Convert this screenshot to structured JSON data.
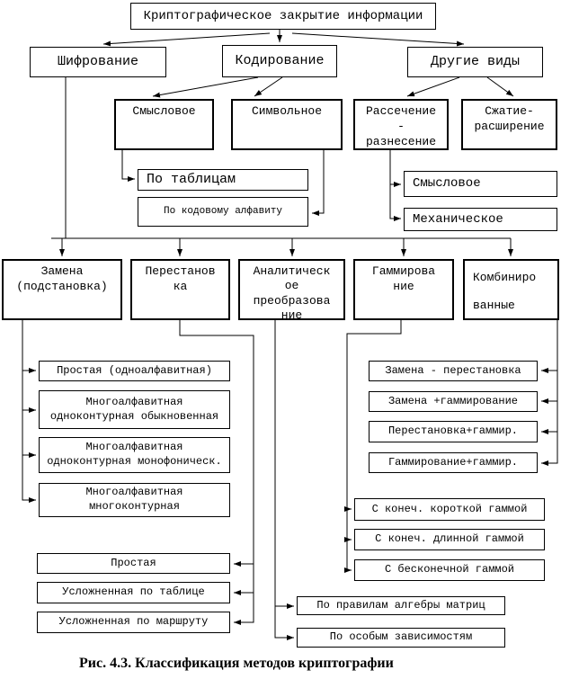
{
  "figure": {
    "caption": "Рис. 4.3. Классификация методов криптографии"
  },
  "colors": {
    "line": "#000000",
    "background": "#ffffff",
    "text": "#000000"
  },
  "nodes": {
    "root": {
      "label": "Криптографическое закрытие информации"
    },
    "shifrovanie": {
      "label": "Шифрование"
    },
    "kodirovanie": {
      "label": "Кодирование"
    },
    "drugie_vidy": {
      "label": "Другие виды"
    },
    "smyslovoe": {
      "label": "Смысловое"
    },
    "simvolnoe": {
      "label": "Символьное"
    },
    "rassechenie": {
      "label": "Рассечение\n-\nразнесение"
    },
    "szhatie": {
      "label": "Сжатие-\nрасширение"
    },
    "po_tablicam": {
      "label": "По таблицам"
    },
    "po_kodovomu": {
      "label": "По кодовому алфавиту"
    },
    "smyslovoe2": {
      "label": "Смысловое"
    },
    "mehanicheskoe": {
      "label": "Механическое"
    },
    "zamena": {
      "label": "Замена\n(подстановка)"
    },
    "perestanovka": {
      "label": "Перестанов\nка"
    },
    "analiticheskoe": {
      "label": "Аналитическ\nое\nпреобразова\nние"
    },
    "gammirovanie": {
      "label": "Гаммирова\nние"
    },
    "kombinirovannye": {
      "label": "Комбиниро\nванные"
    },
    "prostaya_odnoalf": {
      "label": "Простая (одноалфавитная)"
    },
    "mnogoalf_obykn": {
      "label": "Многоалфавитная\nодноконтурная обыкновенная"
    },
    "mnogoalf_monofon": {
      "label": "Многоалфавитная\nодноконтурная монофоническ."
    },
    "mnogoalf_mnogokont": {
      "label": "Многоалфавитная\nмногоконтурная"
    },
    "prostaya": {
      "label": "Простая"
    },
    "uslozh_tablice": {
      "label": "Усложненная по таблице"
    },
    "uslozh_marshrutu": {
      "label": "Усложненная по маршруту"
    },
    "zamena_perestanovka": {
      "label": "Замена - перестановка"
    },
    "zamena_gamm": {
      "label": "Замена +гаммирование"
    },
    "perest_gammir": {
      "label": "Перестановка+гаммир."
    },
    "gamm_gammir": {
      "label": "Гаммирование+гаммир."
    },
    "konech_korotkoy": {
      "label": "С конеч. короткой гаммой"
    },
    "konech_dlinnoy": {
      "label": "С конеч. длинной гаммой"
    },
    "beskonechnoy": {
      "label": "С бесконечной гаммой"
    },
    "pravila_matric": {
      "label": "По правилам алгебры матриц"
    },
    "osobye_zavisim": {
      "label": "По особым зависимостям"
    }
  },
  "edges": [
    [
      "root",
      "shifrovanie"
    ],
    [
      "root",
      "kodirovanie"
    ],
    [
      "root",
      "drugie_vidy"
    ],
    [
      "kodirovanie",
      "smyslovoe"
    ],
    [
      "kodirovanie",
      "simvolnoe"
    ],
    [
      "smyslovoe",
      "po_tablicam"
    ],
    [
      "simvolnoe",
      "po_kodovomu"
    ],
    [
      "drugie_vidy",
      "rassechenie"
    ],
    [
      "drugie_vidy",
      "szhatie"
    ],
    [
      "rassechenie",
      "smyslovoe2"
    ],
    [
      "rassechenie",
      "mehanicheskoe"
    ],
    [
      "shifrovanie",
      "zamena"
    ],
    [
      "shifrovanie",
      "perestanovka"
    ],
    [
      "shifrovanie",
      "analiticheskoe"
    ],
    [
      "shifrovanie",
      "gammirovanie"
    ],
    [
      "shifrovanie",
      "kombinirovannye"
    ],
    [
      "zamena",
      "prostaya_odnoalf"
    ],
    [
      "zamena",
      "mnogoalf_obykn"
    ],
    [
      "zamena",
      "mnogoalf_monofon"
    ],
    [
      "zamena",
      "mnogoalf_mnogokont"
    ],
    [
      "perestanovka",
      "prostaya"
    ],
    [
      "perestanovka",
      "uslozh_tablice"
    ],
    [
      "perestanovka",
      "uslozh_marshrutu"
    ],
    [
      "analiticheskoe",
      "pravila_matric"
    ],
    [
      "analiticheskoe",
      "osobye_zavisim"
    ],
    [
      "gammirovanie",
      "konech_korotkoy"
    ],
    [
      "gammirovanie",
      "konech_dlinnoy"
    ],
    [
      "gammirovanie",
      "beskonechnoy"
    ],
    [
      "kombinirovannye",
      "zamena_perestanovka"
    ],
    [
      "kombinirovannye",
      "zamena_gamm"
    ],
    [
      "kombinirovannye",
      "perest_gammir"
    ],
    [
      "kombinirovannye",
      "gamm_gammir"
    ]
  ]
}
